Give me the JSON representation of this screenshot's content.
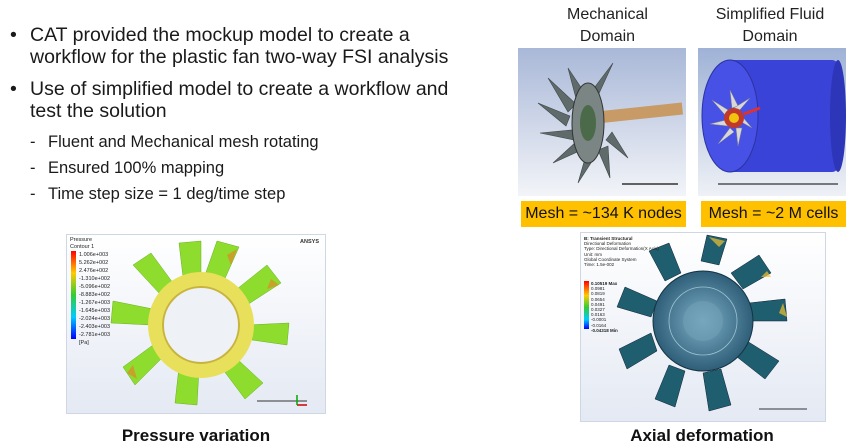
{
  "bullets": [
    {
      "text": "CAT provided the mockup model to create a workflow for the plastic fan two-way FSI analysis"
    },
    {
      "text": "Use of simplified model to create a workflow and test the solution"
    }
  ],
  "sub_bullets": [
    "Fluent and Mechanical mesh rotating",
    "Ensured 100% mapping",
    "Time step size = 1 deg/time step"
  ],
  "mechanical": {
    "title": "Mechanical Domain",
    "mesh_label": "Mesh = ~134 K nodes"
  },
  "fluid": {
    "title": "Simplified Fluid Domain",
    "mesh_label": "Mesh = ~2 M cells"
  },
  "pressure": {
    "caption": "Pressure variation",
    "legend_title": "Pressure",
    "legend_sub": "Contour 1",
    "legend_values": [
      "1.006e+003",
      "5.262e+002",
      "2.476e+002",
      "-1.310e+002",
      "-5.096e+002",
      "-8.883e+002",
      "-1.267e+003",
      "-1.645e+003",
      "-2.024e+003",
      "-2.403e+003",
      "-2.781e+003"
    ],
    "unit": "[Pa]",
    "brand": "ANSYS"
  },
  "axial": {
    "caption": "Axial deformation",
    "header_lines": [
      "B: Transient Structural",
      "Directional Deformation",
      "Type: Directional Deformation(X Axis)",
      "Unit: mm",
      "Global Coordinate System",
      "Time: 1.5e-002"
    ],
    "legend_values": [
      "0.10519 Max",
      "0.0981",
      "0.0819",
      "0.0654",
      "0.0491",
      "0.0327",
      "0.0163",
      "-0.0001",
      "-0.0164",
      "-0.04318 Min"
    ]
  },
  "colors": {
    "badge": "#ffc000",
    "fluid_blue": "#3a43d8"
  }
}
